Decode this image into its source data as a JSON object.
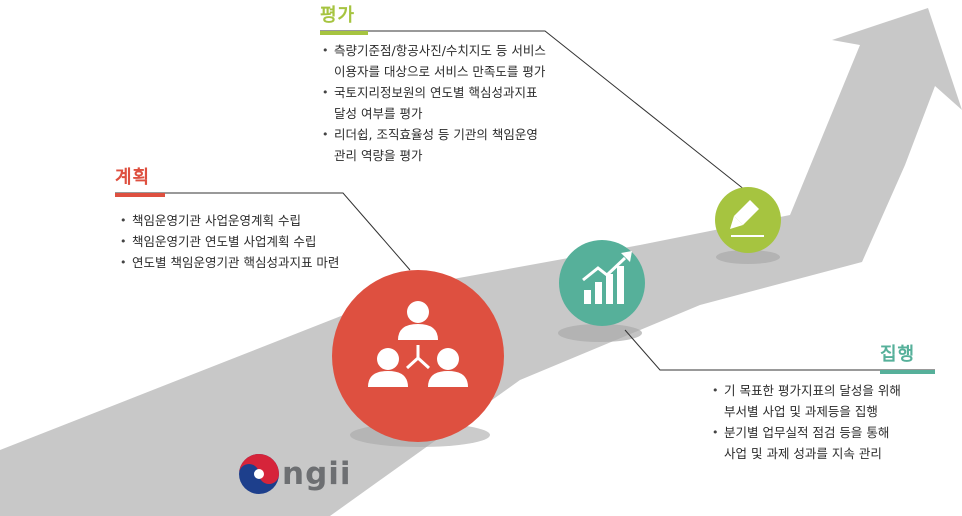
{
  "colors": {
    "plan": "#de5040",
    "execute": "#56b09a",
    "evaluate": "#a6c440",
    "road": "#c8c8c8",
    "line": "#333333"
  },
  "sections": {
    "plan": {
      "title": "계획",
      "icon": "people-hierarchy-icon",
      "items": [
        "책임운영기관 사업운영계획 수립",
        "책임운영기관 연도별 사업계획 수립",
        "연도별 책임운영기관 핵심성과지표 마련"
      ]
    },
    "evaluate": {
      "title": "평가",
      "icon": "pencil-icon",
      "items": [
        "측량기준점/항공사진/수치지도 등 서비스",
        "이용자를 대상으로 서비스 만족도를 평가",
        "국토지리정보원의 연도별 핵심성과지표",
        "달성 여부를 평가",
        "리더쉽, 조직효율성 등 기관의 책임운영",
        "관리 역량을 평가"
      ]
    },
    "execute": {
      "title": "집행",
      "icon": "growth-chart-icon",
      "items": [
        "기 목표한 평가지표의 달성을 위해",
        "부서별 사업 및 과제등을 집행",
        "분기별  업무실적 점검 등을 통해",
        "사업 및 과제 성과를 지속 관리"
      ]
    }
  },
  "logo": {
    "text": "ngii",
    "icon": "taegeuk-icon"
  }
}
